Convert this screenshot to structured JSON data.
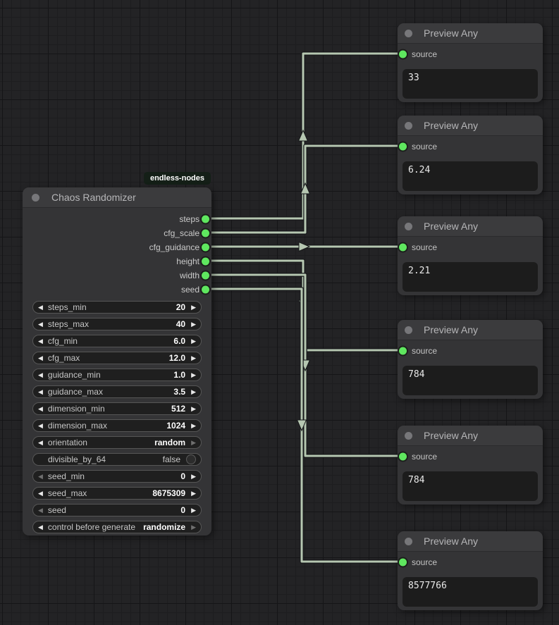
{
  "badge": "endless-nodes",
  "colors": {
    "wire": "#b6c7b1",
    "port": "#5fe75f",
    "badge_bg": "#141f17"
  },
  "chaos_node": {
    "title": "Chaos Randomizer",
    "outputs": [
      "steps",
      "cfg_scale",
      "cfg_guidance",
      "height",
      "width",
      "seed"
    ],
    "widgets": [
      {
        "label": "steps_min",
        "value": "20",
        "type": "number"
      },
      {
        "label": "steps_max",
        "value": "40",
        "type": "number"
      },
      {
        "label": "cfg_min",
        "value": "6.0",
        "type": "number"
      },
      {
        "label": "cfg_max",
        "value": "12.0",
        "type": "number"
      },
      {
        "label": "guidance_min",
        "value": "1.0",
        "type": "number"
      },
      {
        "label": "guidance_max",
        "value": "3.5",
        "type": "number"
      },
      {
        "label": "dimension_min",
        "value": "512",
        "type": "number"
      },
      {
        "label": "dimension_max",
        "value": "1024",
        "type": "number"
      },
      {
        "label": "orientation",
        "value": "random",
        "type": "combo"
      },
      {
        "label": "divisible_by_64",
        "value": "false",
        "type": "toggle"
      },
      {
        "label": "seed_min",
        "value": "0",
        "type": "number"
      },
      {
        "label": "seed_max",
        "value": "8675309",
        "type": "number"
      },
      {
        "label": "seed",
        "value": "0",
        "type": "number"
      },
      {
        "label": "control before generate",
        "value": "randomize",
        "type": "combo"
      }
    ]
  },
  "preview_nodes": [
    {
      "title": "Preview Any",
      "input": "source",
      "value": "33"
    },
    {
      "title": "Preview Any",
      "input": "source",
      "value": "6.24"
    },
    {
      "title": "Preview Any",
      "input": "source",
      "value": "2.21"
    },
    {
      "title": "Preview Any",
      "input": "source",
      "value": "784"
    },
    {
      "title": "Preview Any",
      "input": "source",
      "value": "784"
    },
    {
      "title": "Preview Any",
      "input": "source",
      "value": "8577766"
    }
  ]
}
